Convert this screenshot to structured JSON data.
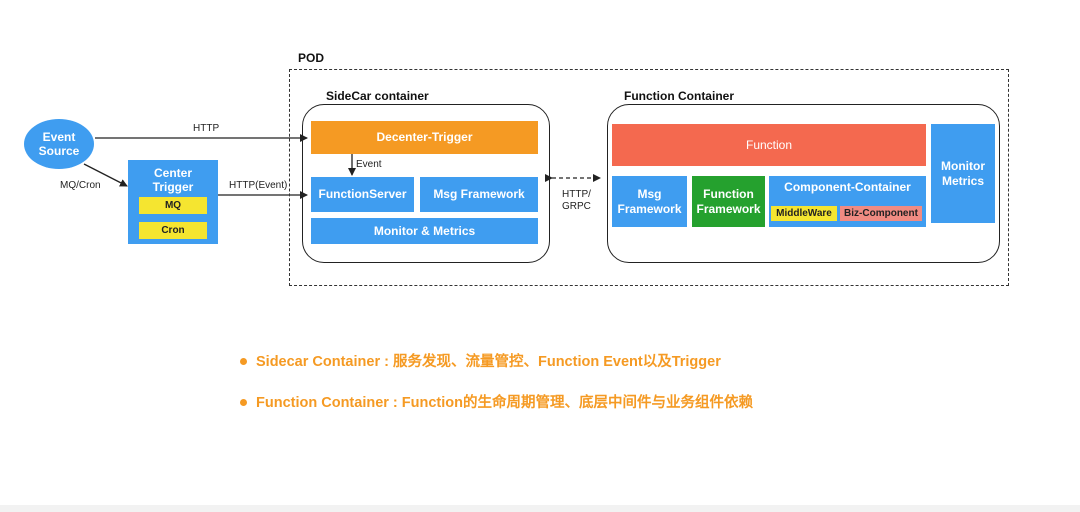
{
  "diagram": {
    "pod_label": "POD",
    "sidecar": {
      "title": "SideCar container",
      "decenter_trigger": "Decenter-Trigger",
      "event_label": "Event",
      "function_server": "FunctionServer",
      "msg_framework": "Msg Framework",
      "monitor_metrics": "Monitor & Metrics"
    },
    "function_container": {
      "title": "Function Container",
      "function": "Function",
      "msg_framework": [
        "Msg",
        "Framework"
      ],
      "function_framework": [
        "Function",
        "Framework"
      ],
      "component_container": "Component-Container",
      "middleware": "MiddleWare",
      "biz_component": "Biz-Component",
      "monitor_metrics": [
        "Monitor",
        "Metrics"
      ]
    },
    "event_source": [
      "Event",
      "Source"
    ],
    "center_trigger": {
      "title": [
        "Center",
        "Trigger"
      ],
      "mq": "MQ",
      "cron": "Cron"
    },
    "edge_labels": {
      "http": "HTTP",
      "mq_cron": "MQ/Cron",
      "http_event": "HTTP(Event)",
      "http_grpc": [
        "HTTP/",
        "GRPC"
      ]
    }
  },
  "bullets": [
    "Sidecar Container : 服务发现、流量管控、Function Event以及Trigger",
    "Function Container : Function的生命周期管理、底层中间件与业务组件依赖"
  ],
  "colors": {
    "blue": "#3f9df0",
    "orange": "#f59a23",
    "red": "#f4694f",
    "green": "#25a12e",
    "yellow": "#f5e530",
    "pink": "#f08b82"
  }
}
